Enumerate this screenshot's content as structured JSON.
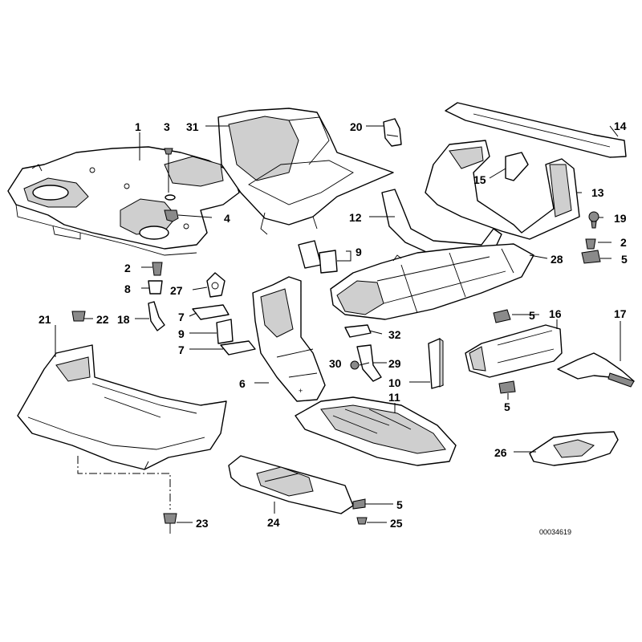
{
  "diagram": {
    "reference_number": "00034619",
    "callouts": {
      "c1": "1",
      "c2a": "2",
      "c2b": "2",
      "c3": "3",
      "c4": "4",
      "c5a": "5",
      "c5b": "5",
      "c5c": "5",
      "c5d": "5",
      "c6": "6",
      "c7a": "7",
      "c7b": "7",
      "c8": "8",
      "c9a": "9",
      "c9b": "9",
      "c10": "10",
      "c11": "11",
      "c12": "12",
      "c13": "13",
      "c14": "14",
      "c15": "15",
      "c16": "16",
      "c17": "17",
      "c18": "18",
      "c19": "19",
      "c20": "20",
      "c21": "21",
      "c22": "22",
      "c23": "23",
      "c24": "24",
      "c25": "25",
      "c26": "26",
      "c27": "27",
      "c28": "28",
      "c29": "29",
      "c30": "30",
      "c31": "31",
      "c32": "32"
    }
  }
}
